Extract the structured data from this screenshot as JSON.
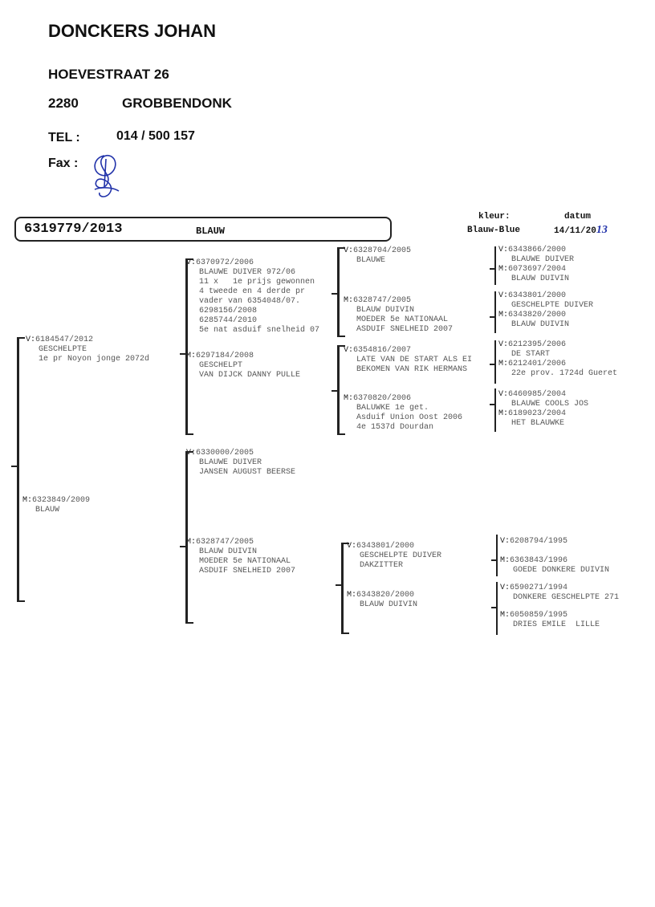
{
  "owner": {
    "name": "DONCKERS JOHAN",
    "street": "HOEVESTRAAT 26",
    "zip": "2280",
    "city": "GROBBENDONK",
    "tel_label": "TEL :",
    "tel": "014 / 500 157",
    "fax_label": "Fax :"
  },
  "bird": {
    "ring": "6319779/2013",
    "color": "BLAUW",
    "kleur_label": "kleur:",
    "kleur": "Blauw-Blue",
    "datum_label": "datum",
    "datum_printed": "14/11/20",
    "datum_handwritten": "13"
  },
  "colors": {
    "ink": "#222222",
    "text": "#555555",
    "handwriting": "#2233aa"
  },
  "pedigree": {
    "sire": {
      "pfx": "V:",
      "ring": "6184547/2012",
      "lines": [
        "GESCHELPTE",
        "1e pr Noyon jonge 2072d"
      ]
    },
    "dam": {
      "pfx": "M:",
      "ring": "6323849/2009",
      "lines": [
        "BLAUW"
      ]
    },
    "ss": {
      "pfx": "V:",
      "ring": "6370972/2006",
      "lines": [
        "BLAUWE DUIVER 972/06",
        "11 x   1e prijs gewonnen",
        "4 tweede en 4 derde pr",
        "vader van 6354048/07.",
        "6298156/2008",
        "6285744/2010",
        "5e nat asduif snelheid 07"
      ]
    },
    "sd": {
      "pfx": "M:",
      "ring": "6297184/2008",
      "lines": [
        "GESCHELPT",
        "VAN DIJCK DANNY PULLE"
      ]
    },
    "ds": {
      "pfx": "V:",
      "ring": "6330000/2005",
      "lines": [
        "BLAUWE DUIVER",
        "JANSEN AUGUST BEERSE"
      ]
    },
    "dd": {
      "pfx": "M:",
      "ring": "6328747/2005",
      "lines": [
        "BLAUW DUIVIN",
        "MOEDER 5e NATIONAAL",
        "ASDUIF SNELHEID 2007"
      ]
    },
    "sss": {
      "pfx": "V:",
      "ring": "6328704/2005",
      "lines": [
        "BLAUWE"
      ]
    },
    "ssd": {
      "pfx": "M:",
      "ring": "6328747/2005",
      "lines": [
        "BLAUW DUIVIN",
        "MOEDER 5e NATIONAAL",
        "ASDUIF SNELHEID 2007"
      ]
    },
    "sds": {
      "pfx": "V:",
      "ring": "6354816/2007",
      "lines": [
        "LATE VAN DE START ALS EI",
        "BEKOMEN VAN RIK HERMANS"
      ]
    },
    "sdd": {
      "pfx": "M:",
      "ring": "6370820/2006",
      "lines": [
        "BALUWKE 1e get.",
        "Asduif Union Oost 2006",
        "4e 1537d Dourdan"
      ]
    },
    "dds": {
      "pfx": "V:",
      "ring": "6343801/2000",
      "lines": [
        "GESCHELPTE DUIVER",
        "DAKZITTER"
      ]
    },
    "ddd": {
      "pfx": "M:",
      "ring": "6343820/2000",
      "lines": [
        "BLAUW DUIVIN"
      ]
    },
    "ssss": {
      "pfx": "V:",
      "ring": "6343866/2000",
      "lines": [
        "BLAUWE DUIVER"
      ]
    },
    "sssd": {
      "pfx": "M:",
      "ring": "6073697/2004",
      "lines": [
        "BLAUW DUIVIN"
      ]
    },
    "ssds": {
      "pfx": "V:",
      "ring": "6343801/2000",
      "lines": [
        "GESCHELPTE DUIVER"
      ]
    },
    "ssdd": {
      "pfx": "M:",
      "ring": "6343820/2000",
      "lines": [
        "BLAUW DUIVIN"
      ]
    },
    "sdss": {
      "pfx": "V:",
      "ring": "6212395/2006",
      "lines": [
        "DE START"
      ]
    },
    "sdsd": {
      "pfx": "M:",
      "ring": "6212401/2006",
      "lines": [
        "22e prov. 1724d Gueret"
      ]
    },
    "sdds": {
      "pfx": "V:",
      "ring": "6460985/2004",
      "lines": [
        "BLAUWE COOLS JOS"
      ]
    },
    "sddd": {
      "pfx": "M:",
      "ring": "6189023/2004",
      "lines": [
        "HET BLAUWKE"
      ]
    },
    "ddss": {
      "pfx": "V:",
      "ring": "6208794/1995",
      "lines": []
    },
    "ddsd": {
      "pfx": "M:",
      "ring": "6363843/1996",
      "lines": [
        "GOEDE DONKERE DUIVIN"
      ]
    },
    "ddds": {
      "pfx": "V:",
      "ring": "6590271/1994",
      "lines": [
        "DONKERE GESCHELPTE 271"
      ]
    },
    "dddd": {
      "pfx": "M:",
      "ring": "6050859/1995",
      "lines": [
        "DRIES EMILE  LILLE"
      ]
    }
  }
}
